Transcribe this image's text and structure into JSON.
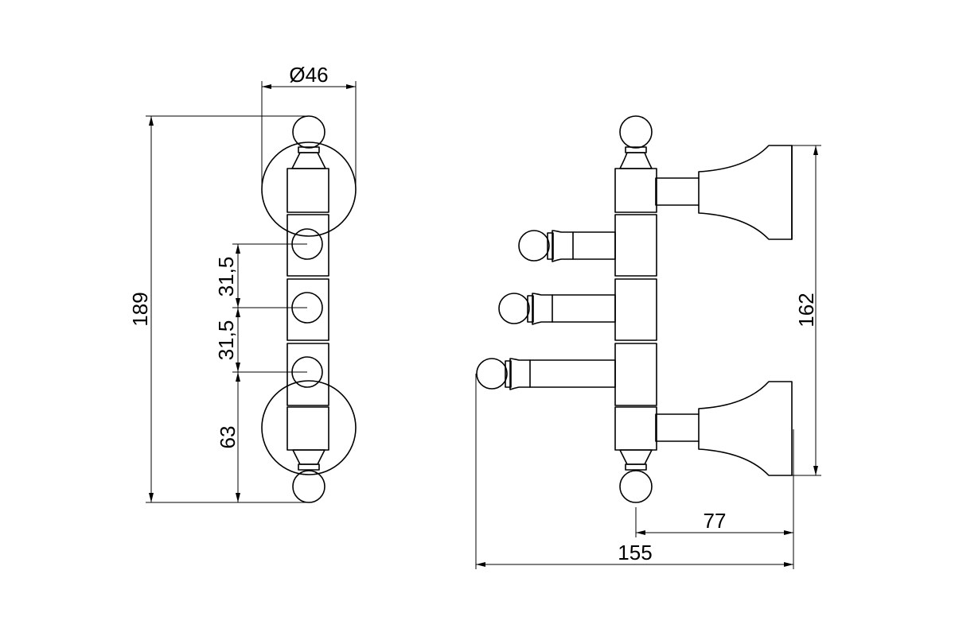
{
  "dimensions": {
    "diameter": "Ø46",
    "height_total": "189",
    "spacing_upper": "31,5",
    "spacing_lower": "31,5",
    "bottom_offset": "63",
    "side_height": "162",
    "arm_offset": "77",
    "width_total": "155"
  },
  "colors": {
    "line": "#000000",
    "background": "#ffffff"
  }
}
